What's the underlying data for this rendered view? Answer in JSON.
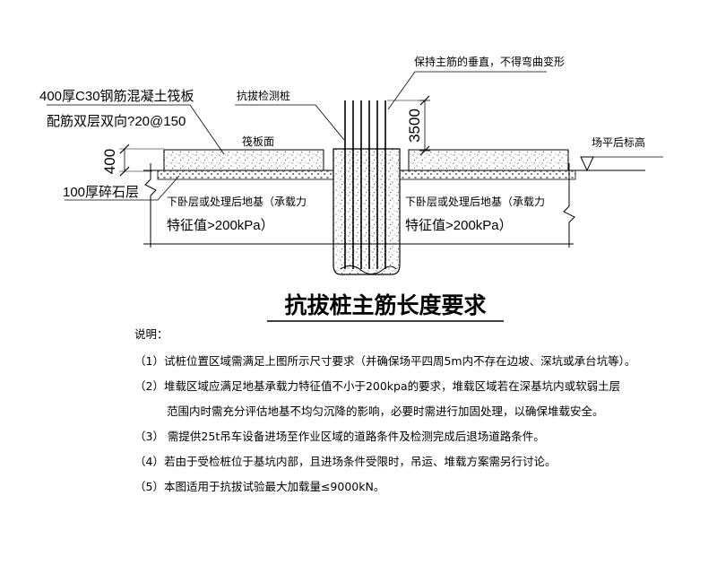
{
  "title": "抗拔桩主筋长度要求",
  "labels": {
    "raft_spec": "400厚C30钢筋混凝土筏板",
    "raft_rebar": "配筋双层双向?20@150",
    "test_pile": "抗拔检测桩",
    "keep_vertical": "保持主筋的垂直，不得弯曲变形",
    "raft_top": "筏板面",
    "dim_3500": "3500",
    "dim_400": "400",
    "site_level": "场平后标高",
    "gravel": "100厚碎石层",
    "subgrade_left_1": "下卧层或处理后地基（承载力",
    "subgrade_left_2": "特征值>200kPa）",
    "subgrade_right_1": "下卧层或处理后地基（承载力",
    "subgrade_right_2": "特征值>200kPa）"
  },
  "notes": {
    "heading": "说明：",
    "items": [
      "（1）试桩位置区域需满足上图所示尺寸要求（并确保场平四周5m内不存在边坡、深坑或承台坑等）。",
      "（2）堆载区域应满足地基承载力特征值不小于200kpa的要求，堆载区域若在深基坑内或软弱土层",
      "范围内时需充分评估地基不均匀沉降的影响，必要时需进行加固处理，以确保堆载安全。",
      "（3） 需提供25t吊车设备进场至作业区域的道路条件及检测完成后退场道路条件。",
      "（4）若由于受检桩位于基坑内部，且进场条件受限时，吊运、堆载方案需另行讨论。",
      "（5）本图适用于抗拔试验最大加载量≤9000kN。"
    ]
  }
}
